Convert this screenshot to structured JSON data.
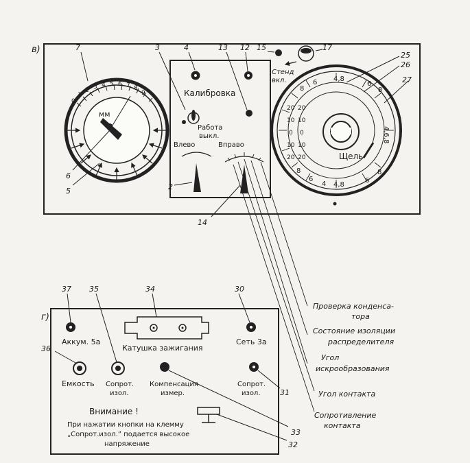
{
  "panel_v": {
    "letter": "в)",
    "callouts": [
      "7",
      "3",
      "4",
      "13",
      "12",
      "15",
      "17",
      "25",
      "26",
      "27",
      "6",
      "5",
      "2",
      "14"
    ],
    "gauge_left": {
      "unit": "мм",
      "scale": [
        "0",
        "1",
        "2",
        "3",
        "4",
        "5",
        "6",
        "7",
        "8",
        "9"
      ]
    },
    "calibration": {
      "title": "Калибровка",
      "switch_top": "Работа",
      "switch_bottom": "выкл.",
      "left": "Влево",
      "right": "Вправо"
    },
    "stand_label_1": "Стенд",
    "stand_label_2": "вкл.",
    "gauge_right": {
      "label": "Щель",
      "outer_top": [
        "8",
        "6",
        "4,8",
        "6",
        "8"
      ],
      "left_column": [
        "20",
        "10",
        "0",
        "10",
        "20"
      ],
      "left_inner": [
        "20",
        "10",
        "0",
        "10",
        "20"
      ],
      "right_side": "4,6,8",
      "bottom": [
        "8",
        "6",
        "4",
        "4,8",
        "6",
        "8"
      ]
    }
  },
  "legend": [
    "Проверка конденса-",
    "тора",
    "Состояние изоляции",
    "распределителя",
    "Угол",
    "искрообразования",
    "Угол контакта",
    "Сопротивление",
    "контакта"
  ],
  "panel_g": {
    "letter": "г)",
    "callouts": [
      "37",
      "35",
      "34",
      "30",
      "36",
      "31",
      "33",
      "32"
    ],
    "akkum": "Аккум. 5а",
    "coil": "Катушка  зажигания",
    "set": "Сеть 3а",
    "emkost": "Емкость",
    "sopr_left_1": "Сопрот.",
    "sopr_left_2": "изол.",
    "komp_1": "Компенсация",
    "komp_2": "измер.",
    "sopr_right_1": "Сопрот.",
    "sopr_right_2": "изол.",
    "warning_title": "Внимание !",
    "warning_1": "При  нажатии кнопки на клемму",
    "warning_2": "„Сопрот.изол.” подается   высокое",
    "warning_3": "напряжение"
  }
}
